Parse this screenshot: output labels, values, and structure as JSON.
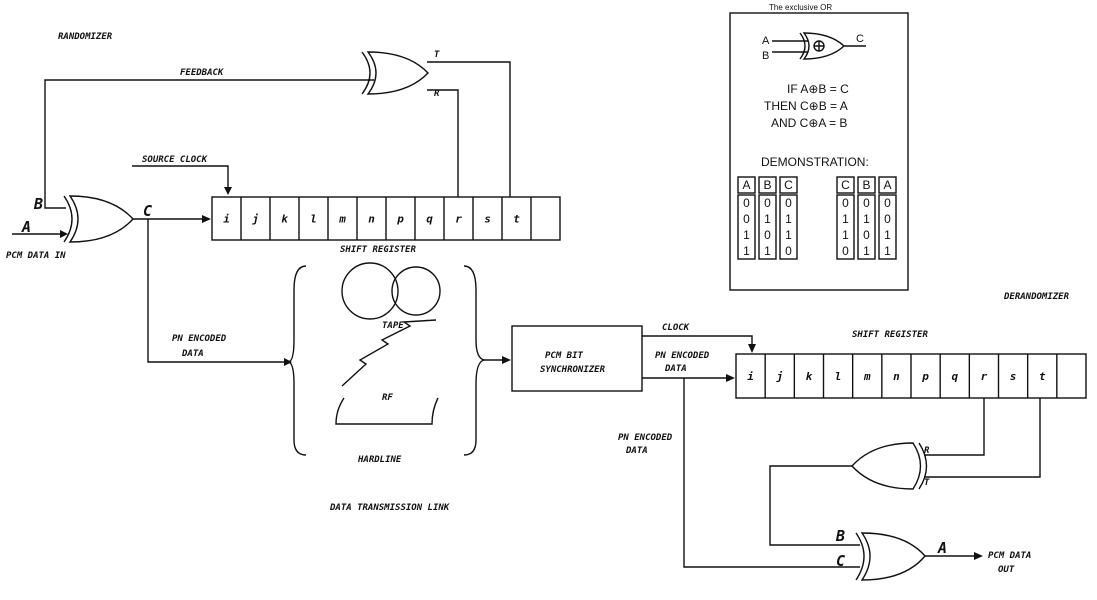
{
  "randomizer": {
    "title": "RANDOMIZER",
    "feedback": "FEEDBACK",
    "source_clock": "SOURCE CLOCK",
    "input_a": "A",
    "input_b": "B",
    "output_c": "C",
    "pcm_data_in": "PCM DATA IN",
    "xor_t": "T",
    "xor_r": "R",
    "shift_register_label": "SHIFT REGISTER",
    "cells": [
      "i",
      "j",
      "k",
      "l",
      "m",
      "n",
      "p",
      "q",
      "r",
      "s",
      "t",
      ""
    ]
  },
  "link": {
    "pn_encoded_1": "PN ENCODED",
    "pn_encoded_2": "DATA",
    "tape": "TAPE",
    "rf": "RF",
    "hardline": "HARDLINE",
    "title": "DATA TRANSMISSION LINK"
  },
  "derandomizer": {
    "title": "DERANDOMIZER",
    "synchronizer_1": "PCM BIT",
    "synchronizer_2": "SYNCHRONIZER",
    "clock": "CLOCK",
    "pn_encoded_1": "PN ENCODED",
    "pn_encoded_2": "DATA",
    "pn_encoded_left_1": "PN ENCODED",
    "pn_encoded_left_2": "DATA",
    "shift_register_label": "SHIFT REGISTER",
    "cells": [
      "i",
      "j",
      "k",
      "l",
      "m",
      "n",
      "p",
      "q",
      "r",
      "s",
      "t",
      ""
    ],
    "xor_r": "R",
    "xor_t": "T",
    "input_b": "B",
    "input_c": "C",
    "output_a": "A",
    "pcm_data_out_1": "PCM DATA",
    "pcm_data_out_2": "OUT"
  },
  "xor_box": {
    "title": "The exclusive OR",
    "in_a": "A",
    "in_b": "B",
    "out_c": "C",
    "eq1": "IF A⊕B = C",
    "eq2": "THEN C⊕B = A",
    "eq3": "AND C⊕A = B",
    "demonstration": "DEMONSTRATION:",
    "table1_headers": [
      "A",
      "B",
      "C"
    ],
    "table1_rows": [
      [
        "0",
        "0",
        "0"
      ],
      [
        "0",
        "1",
        "1"
      ],
      [
        "1",
        "0",
        "1"
      ],
      [
        "1",
        "1",
        "0"
      ]
    ],
    "table2_headers": [
      "C",
      "B",
      "A"
    ],
    "table2_rows": [
      [
        "0",
        "0",
        "0"
      ],
      [
        "1",
        "1",
        "0"
      ],
      [
        "1",
        "0",
        "1"
      ],
      [
        "0",
        "1",
        "1"
      ]
    ]
  }
}
